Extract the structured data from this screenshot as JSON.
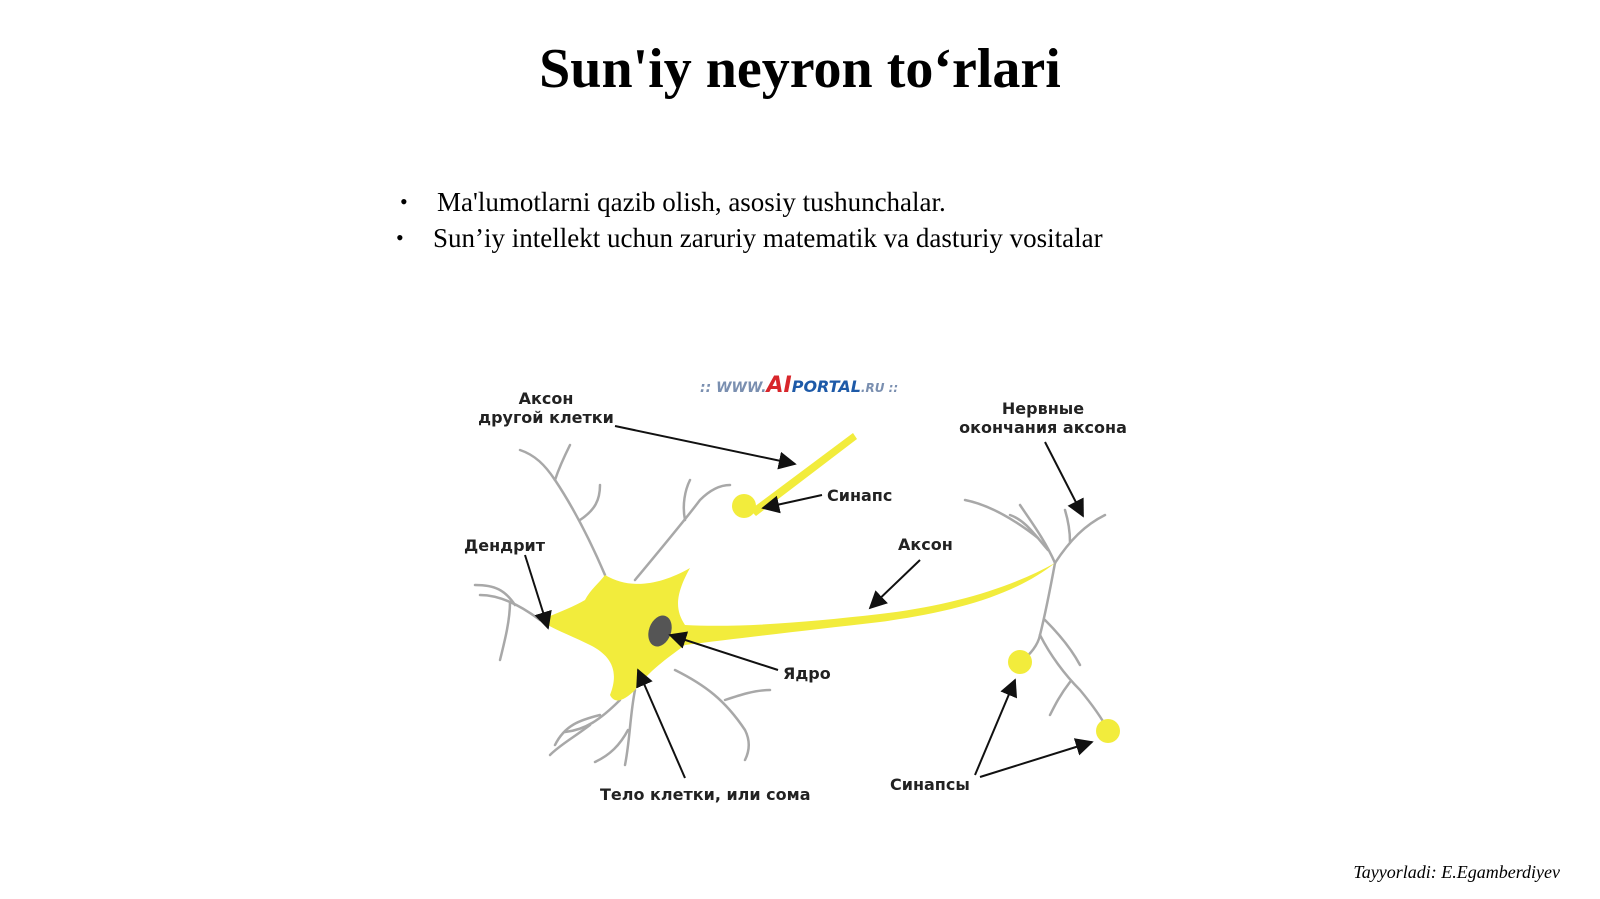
{
  "slide": {
    "title": "Sun'iy neyron to‘rlari",
    "bullets": [
      "Ma'lumotlarni qazib olish, asosiy tushunchalar.",
      "Sun’iy intellekt uchun zaruriy matematik va dasturiy vositalar"
    ],
    "bullet_symbol": "•",
    "footer": "Tayyorladi: E.Egamberdiyev"
  },
  "diagram": {
    "watermark": {
      "prefix": ":: WWW.",
      "ai": "AI",
      "portal": "PORTAL",
      "suffix": ".RU ::"
    },
    "labels": {
      "axon_other_1": "Аксон",
      "axon_other_2": "другой клетки",
      "synapse": "Синапс",
      "nerve_end_1": "Нервные",
      "nerve_end_2": "окончания аксона",
      "dendrite": "Дендрит",
      "axon": "Аксон",
      "nucleus": "Ядро",
      "soma": "Тело клетки, или сома",
      "synapses": "Синапсы"
    },
    "colors": {
      "cell": "#f2ec3c",
      "dendrite": "#a8a8a8",
      "nucleus": "#555555",
      "arrow": "#111111"
    }
  }
}
